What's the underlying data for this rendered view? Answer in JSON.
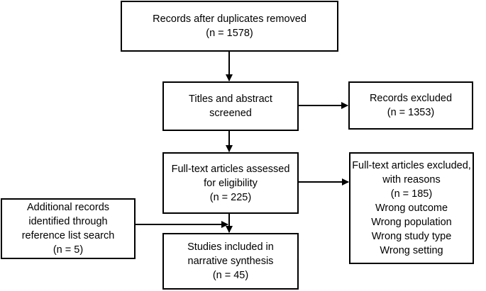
{
  "diagram": {
    "boxes": {
      "after_duplicates": [
        "Records after duplicates removed",
        "(n = 1578)"
      ],
      "screened": [
        "Titles and abstract",
        "screened"
      ],
      "records_excluded": [
        "Records excluded",
        "(n = 1353)"
      ],
      "fulltext_assessed": [
        "Full-text articles assessed",
        "for eligibility",
        "(n = 225)"
      ],
      "fulltext_excluded": [
        "Full-text articles excluded,",
        "with reasons",
        "(n = 185)",
        "Wrong outcome",
        "Wrong population",
        "Wrong study type",
        "Wrong setting"
      ],
      "additional_records": [
        "Additional records",
        "identified through",
        "reference list search",
        "(n = 5)"
      ],
      "included": [
        "Studies included in",
        "narrative synthesis",
        "(n = 45)"
      ]
    }
  }
}
